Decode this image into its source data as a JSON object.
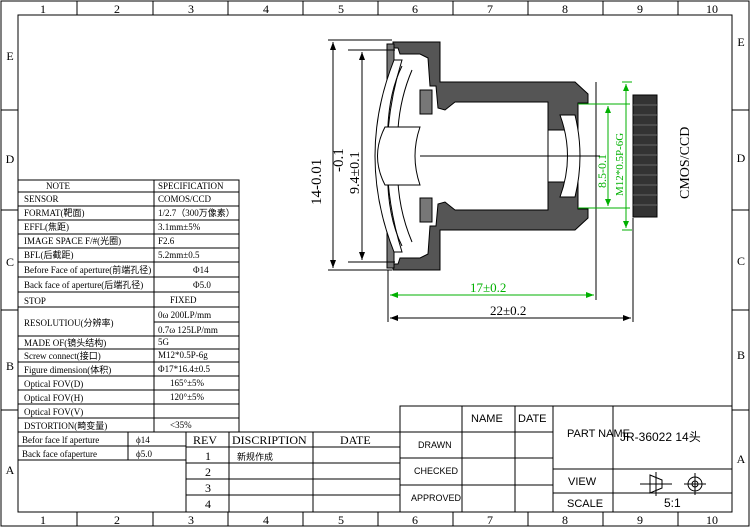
{
  "border": {
    "cols": [
      "1",
      "2",
      "3",
      "4",
      "5",
      "6",
      "7",
      "8",
      "9",
      "10"
    ],
    "rows_left": [
      "E",
      "D",
      "C",
      "B",
      "A"
    ],
    "rows_right": [
      "E",
      "D",
      "C",
      "B",
      "A"
    ]
  },
  "lens_dims": {
    "total_height": "14-0.01",
    "minus": "-0.1",
    "front_dia": "9.4±0.1",
    "rear_dia": "8.5-0.1",
    "thread": "M12*0.5P-6G",
    "sensor_label": "CMOS/CCD",
    "length_17": "17±0.2",
    "length_22": "22±0.2"
  },
  "spec_table": {
    "headers": {
      "note": "NOTE",
      "spec": "SPECIFICATION"
    },
    "rows": [
      {
        "note": "SENSOR",
        "spec": "COMOS/CCD"
      },
      {
        "note": "FORMAT(靶面)",
        "spec": "1/2.7（300万像素）"
      },
      {
        "note": "EFFL(焦距)",
        "spec": "3.1mm±5%"
      },
      {
        "note": "IMAGE SPACE F/#(光圈)",
        "spec": "F2.6"
      },
      {
        "note": "BFL(后截距)",
        "spec": "5.2mm±0.5"
      },
      {
        "note": "Before Face of aperture(前端孔径)",
        "spec": "Φ14"
      },
      {
        "note": "Back face of aperture(后端孔径)",
        "spec": "Φ5.0"
      },
      {
        "note": "STOP",
        "spec": "FIXED"
      },
      {
        "note": "RESOLUTIOU(分辨率)",
        "spec": "0ω 200LP/mm",
        "spec2": "0.7ω 125LP/mm"
      },
      {
        "note": "MADE OF(镜头结构)",
        "spec": "5G"
      },
      {
        "note": "Screw connect(接口)",
        "spec": "M12*0.5P-6g"
      },
      {
        "note": "Figure dimension(体积)",
        "spec": "Φ17*16.4±0.5"
      },
      {
        "note": "Optical FOV(D)",
        "spec": "165°±5%"
      },
      {
        "note": "Optical FOV(H)",
        "spec": "120°±5%"
      },
      {
        "note": "Optical FOV(V)",
        "spec": ""
      },
      {
        "note": "DSTORTION(畸变量)",
        "spec": "<35%"
      },
      {
        "note": "Befor face lf aperture",
        "spec": "ϕ14"
      },
      {
        "note": "Back face ofaperture",
        "spec": "ϕ5.0"
      }
    ]
  },
  "revision": {
    "headers": {
      "rev": "REV",
      "desc": "DISCRIPTION",
      "date": "DATE"
    },
    "rows": [
      {
        "rev": "1",
        "desc": "新规作成"
      },
      {
        "rev": "2",
        "desc": ""
      },
      {
        "rev": "3",
        "desc": ""
      },
      {
        "rev": "4",
        "desc": ""
      }
    ]
  },
  "title_block": {
    "name_header": "NAME",
    "date_header": "DATE",
    "drawn": "DRAWN",
    "checked": "CHECKED",
    "approved": "APPROVED",
    "part_name_label": "PART NAME",
    "part_name": "JR-36022 14头",
    "view": "VIEW",
    "scale_label": "SCALE",
    "scale": "5:1"
  }
}
